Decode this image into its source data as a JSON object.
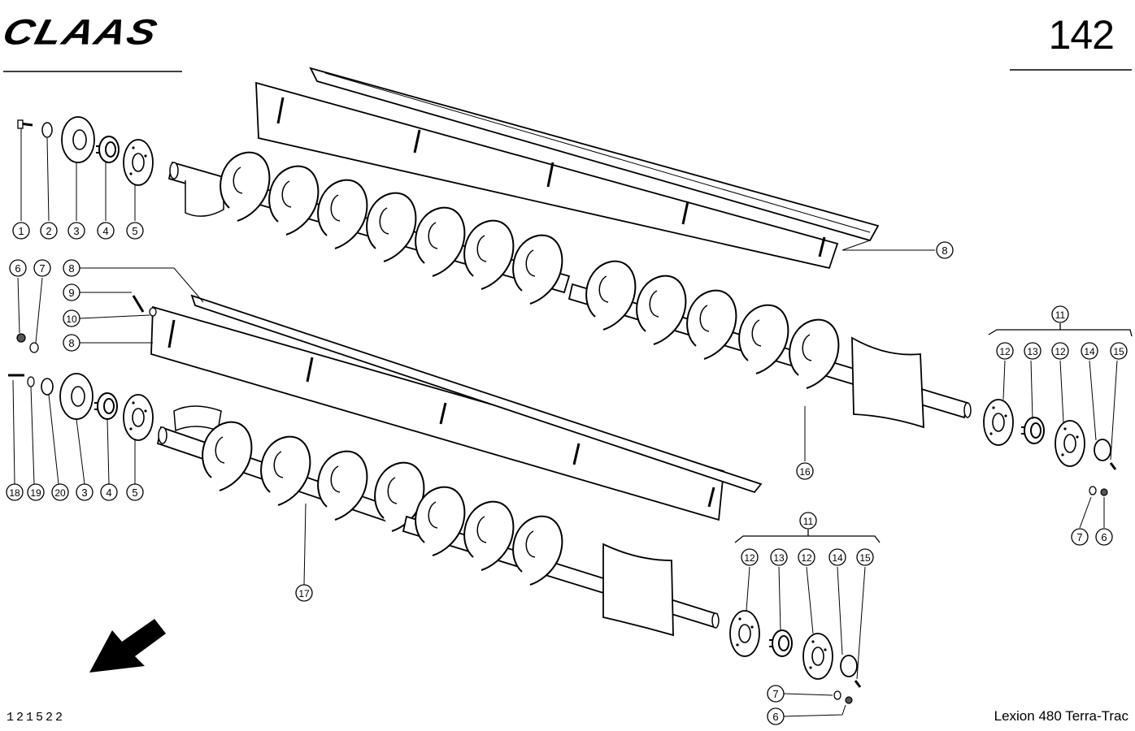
{
  "header": {
    "brand": "CLAAS",
    "page_number": "142"
  },
  "footer": {
    "drawing_number": "121522",
    "model": "Lexion 480 Terra-Trac"
  },
  "callouts": [
    {
      "id": "c1",
      "label": "1"
    },
    {
      "id": "c2",
      "label": "2"
    },
    {
      "id": "c3",
      "label": "3"
    },
    {
      "id": "c4",
      "label": "4"
    },
    {
      "id": "c5",
      "label": "5"
    },
    {
      "id": "c6",
      "label": "6"
    },
    {
      "id": "c7",
      "label": "7"
    },
    {
      "id": "c8a",
      "label": "8"
    },
    {
      "id": "c9",
      "label": "9"
    },
    {
      "id": "c10",
      "label": "10"
    },
    {
      "id": "c8b",
      "label": "8"
    },
    {
      "id": "c18",
      "label": "18"
    },
    {
      "id": "c19",
      "label": "19"
    },
    {
      "id": "c20",
      "label": "20"
    },
    {
      "id": "c3b",
      "label": "3"
    },
    {
      "id": "c4b",
      "label": "4"
    },
    {
      "id": "c5b",
      "label": "5"
    },
    {
      "id": "c8c",
      "label": "8"
    },
    {
      "id": "c16",
      "label": "16"
    },
    {
      "id": "c17",
      "label": "17"
    },
    {
      "id": "c11a",
      "label": "11"
    },
    {
      "id": "c12a",
      "label": "12"
    },
    {
      "id": "c13a",
      "label": "13"
    },
    {
      "id": "c12b",
      "label": "12"
    },
    {
      "id": "c14a",
      "label": "14"
    },
    {
      "id": "c15a",
      "label": "15"
    },
    {
      "id": "c7b",
      "label": "7"
    },
    {
      "id": "c6b",
      "label": "6"
    },
    {
      "id": "c11b",
      "label": "11"
    },
    {
      "id": "c12c",
      "label": "12"
    },
    {
      "id": "c13b",
      "label": "13"
    },
    {
      "id": "c12d",
      "label": "12"
    },
    {
      "id": "c14b",
      "label": "14"
    },
    {
      "id": "c15b",
      "label": "15"
    },
    {
      "id": "c7c",
      "label": "7"
    },
    {
      "id": "c6c",
      "label": "6"
    }
  ]
}
